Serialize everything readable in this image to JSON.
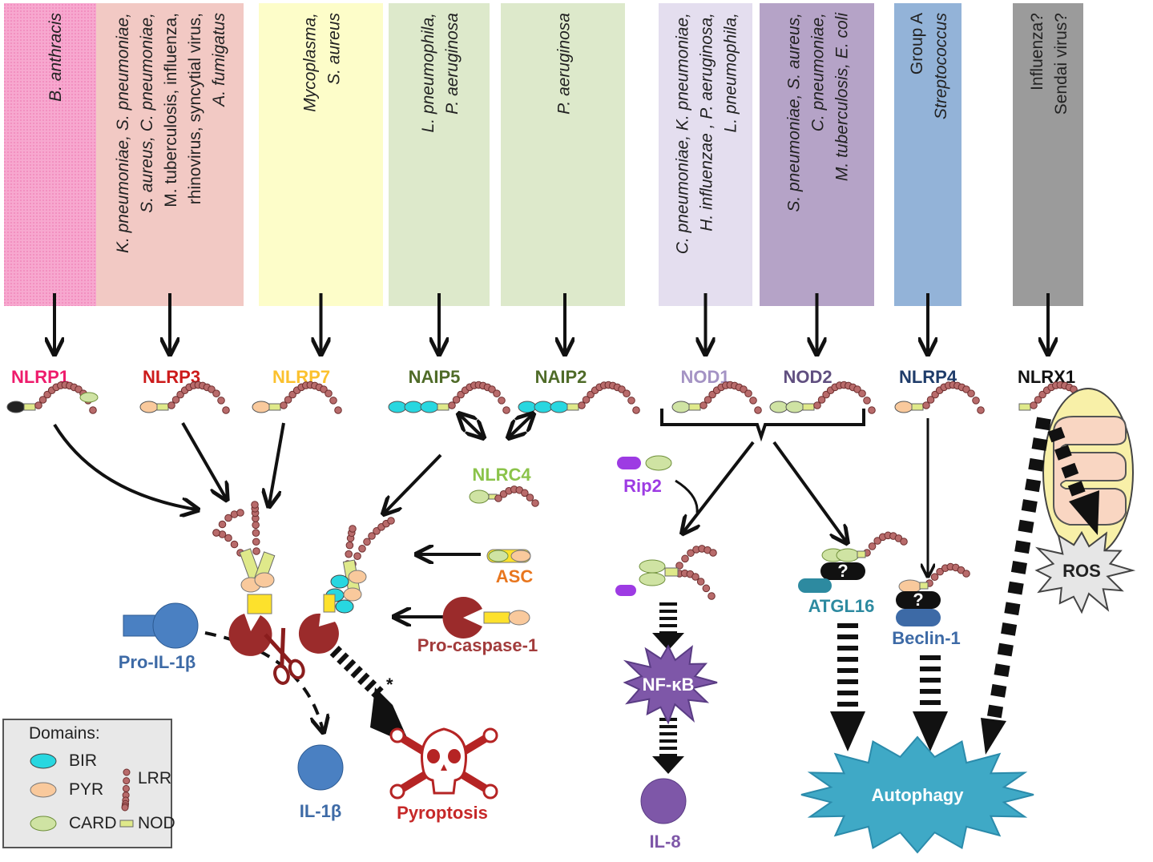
{
  "pathogen_columns": [
    {
      "lines": [
        {
          "text": "B. anthracis",
          "italic": true
        }
      ],
      "color": "#f7a8cf"
    },
    {
      "lines": [
        {
          "text": "K. pneumoniae, S. pneumoniae,",
          "italic": true
        },
        {
          "text": "S. aureus, C. pneumoniae,",
          "italic": true
        },
        {
          "text": "M. tuberculosis, influenza,",
          "italic": false
        },
        {
          "text": "rhinovirus, syncytial virus,",
          "italic": false
        },
        {
          "text": "A. fumigatus",
          "italic": true
        }
      ],
      "color": "#f2c9c4"
    },
    {
      "lines": [
        {
          "text": "Mycoplasma,",
          "italic": true
        },
        {
          "text": "S. aureus",
          "italic": true
        }
      ],
      "color": "#fdfdc9"
    },
    {
      "lines": [
        {
          "text": "L. pneumophila,",
          "italic": true
        },
        {
          "text": "P. aeruginosa",
          "italic": true
        }
      ],
      "color": "#dde9cb"
    },
    {
      "lines": [
        {
          "text": "P. aeruginosa",
          "italic": true
        }
      ],
      "color": "#dde9cb"
    },
    {
      "lines": [
        {
          "text": "C. pneumoniae, K. pneumoniae,",
          "italic": true
        },
        {
          "text": "H. influenzae , P. aeruginosa,",
          "italic": true
        },
        {
          "text": "L. pneumophila,",
          "italic": true
        }
      ],
      "color": "#e4deef"
    },
    {
      "lines": [
        {
          "text": "S. pneumoniae, S. aureus,",
          "italic": true
        },
        {
          "text": "C. pneumoniae,",
          "italic": true
        },
        {
          "text": "M. tuberculosis, E. coli",
          "italic": true
        }
      ],
      "color": "#b5a3c7"
    },
    {
      "lines": [
        {
          "text": "Group A",
          "italic": false
        },
        {
          "text": "Streptococcus",
          "italic": true
        }
      ],
      "color": "#93b3d8"
    },
    {
      "lines": [
        {
          "text": "Influenza?",
          "italic": false
        },
        {
          "text": "Sendai virus?",
          "italic": false
        }
      ],
      "color": "#9b9b9b"
    }
  ],
  "receptors": {
    "nlrp1": {
      "label": "NLRP1",
      "color": "#ee1c6c"
    },
    "nlrp3": {
      "label": "NLRP3",
      "color": "#cc1b1b"
    },
    "nlrp7": {
      "label": "NLRP7",
      "color": "#fbc12e"
    },
    "naip5": {
      "label": "NAIP5",
      "color": "#4f6b28"
    },
    "naip2": {
      "label": "NAIP2",
      "color": "#4f6b28"
    },
    "nod1": {
      "label": "NOD1",
      "color": "#a493c4"
    },
    "nod2": {
      "label": "NOD2",
      "color": "#604f80"
    },
    "nlrp4": {
      "label": "NLRP4",
      "color": "#1f3c6a"
    },
    "nlrx1": {
      "label": "NLRX1",
      "color": "#111111"
    }
  },
  "molecules": {
    "nlrc4": {
      "label": "NLRC4",
      "color": "#8bc34a"
    },
    "asc": {
      "label": "ASC",
      "color": "#e8761e"
    },
    "pro_caspase": {
      "label": "Pro-caspase-1",
      "color": "#a23b3b"
    },
    "pro_il1b": {
      "label": "Pro-IL-1β",
      "color": "#3d6aa6"
    },
    "il1b": {
      "label": "IL-1β",
      "color": "#3d6aa6"
    },
    "rip2": {
      "label": "Rip2",
      "color": "#9d3be3"
    },
    "atgl16": {
      "label": "ATGL16",
      "color": "#2d8aa0"
    },
    "beclin1": {
      "label": "Beclin-1",
      "color": "#3d6aa6"
    },
    "question_mark": "?"
  },
  "outcomes": {
    "pyroptosis": {
      "label": "Pyroptosis",
      "color": "#c62828"
    },
    "nfkb": {
      "label": "NF-κB",
      "color": "#7e57a8"
    },
    "il8": {
      "label": "IL-8",
      "color": "#7e57a8"
    },
    "autophagy": {
      "label": "Autophagy",
      "color": "#3fa9c6"
    },
    "ros": {
      "label": "ROS",
      "color": "#222222"
    },
    "asterisk": "*"
  },
  "legend": {
    "title": "Domains:",
    "items": [
      {
        "name": "bir",
        "label": "BIR"
      },
      {
        "name": "pyr",
        "label": "PYR"
      },
      {
        "name": "card",
        "label": "CARD"
      },
      {
        "name": "lrr",
        "label": "LRR"
      },
      {
        "name": "nod",
        "label": "NOD"
      }
    ]
  }
}
